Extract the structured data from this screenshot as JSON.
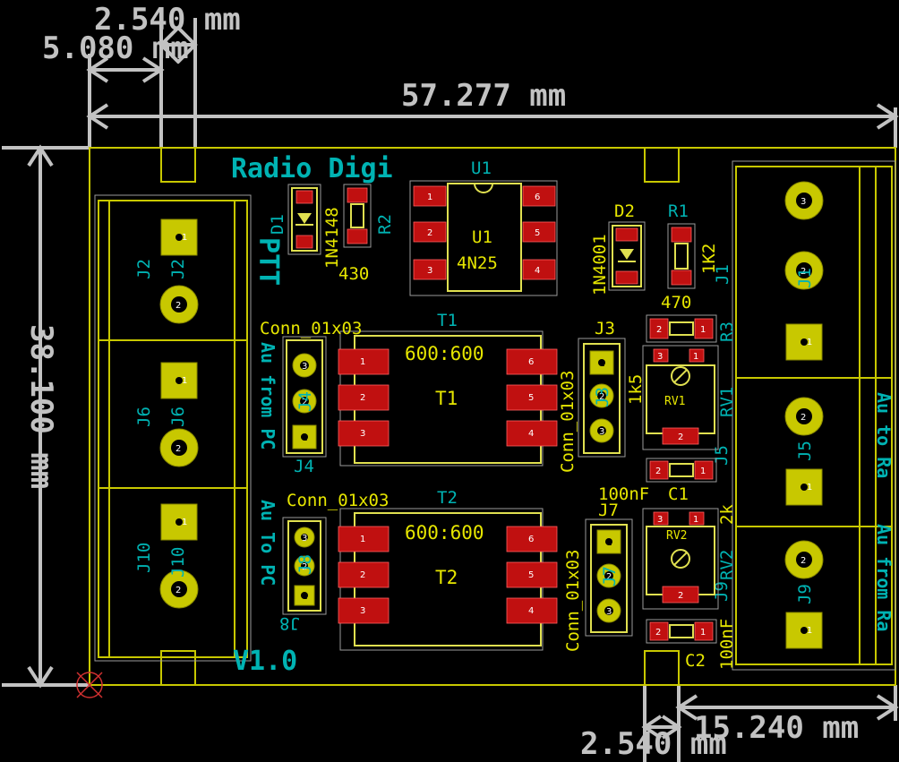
{
  "dimensions": {
    "top_small": "2.540 mm",
    "top_left": "5.080 mm",
    "width": "57.277 mm",
    "height": "38.100 mm",
    "bottom_small": "2.540 mm",
    "bottom_right": "15.240 mm"
  },
  "board": {
    "title": "Radio Digi",
    "version": "V1.0",
    "ptt_label": "PTT",
    "au_from_pc": "Au from PC",
    "au_to_pc": "Au To PC",
    "au_to_ra": "Au to Ra",
    "au_from_ra": "Au from Ra"
  },
  "components": {
    "U1": {
      "ref": "U1",
      "value": "4N25"
    },
    "D1": {
      "ref": "D1",
      "value": "1N4148"
    },
    "R2": {
      "ref": "R2",
      "value": "430"
    },
    "D2": {
      "ref": "D2",
      "value": "1N4001"
    },
    "R1": {
      "ref": "R1",
      "value": "1K2"
    },
    "R3": {
      "ref": "R3",
      "value": "470"
    },
    "T1": {
      "ref": "T1",
      "value": "600:600"
    },
    "T2": {
      "ref": "T2",
      "value": "600:600"
    },
    "J2": {
      "ref": "J2"
    },
    "J6": {
      "ref": "J6"
    },
    "J10": {
      "ref": "J10"
    },
    "J1": {
      "ref": "J1"
    },
    "J5": {
      "ref": "J5"
    },
    "J9": {
      "ref": "J9"
    },
    "J4": {
      "ref": "J4",
      "value": "Conn_01x03"
    },
    "J8": {
      "ref": "J8",
      "value": "Conn_01x03"
    },
    "J3": {
      "ref": "J3",
      "value": "Conn_01x03"
    },
    "J7": {
      "ref": "J7",
      "value": "Conn_01x03"
    },
    "RV1": {
      "ref": "RV1",
      "value": "1k5"
    },
    "RV2": {
      "ref": "RV2",
      "value": "2k"
    },
    "C1": {
      "ref": "C1",
      "value": "100nF"
    },
    "C2": {
      "ref": "C2",
      "value": "100nF"
    }
  },
  "colors": {
    "background": "#000000",
    "edge_cuts": "#c8c800",
    "dimension": "#c2c2c2",
    "reference": "#00b3b3",
    "value": "#e6e600",
    "smd_pad": "#c01010",
    "tht_pad": "#c8c800"
  }
}
